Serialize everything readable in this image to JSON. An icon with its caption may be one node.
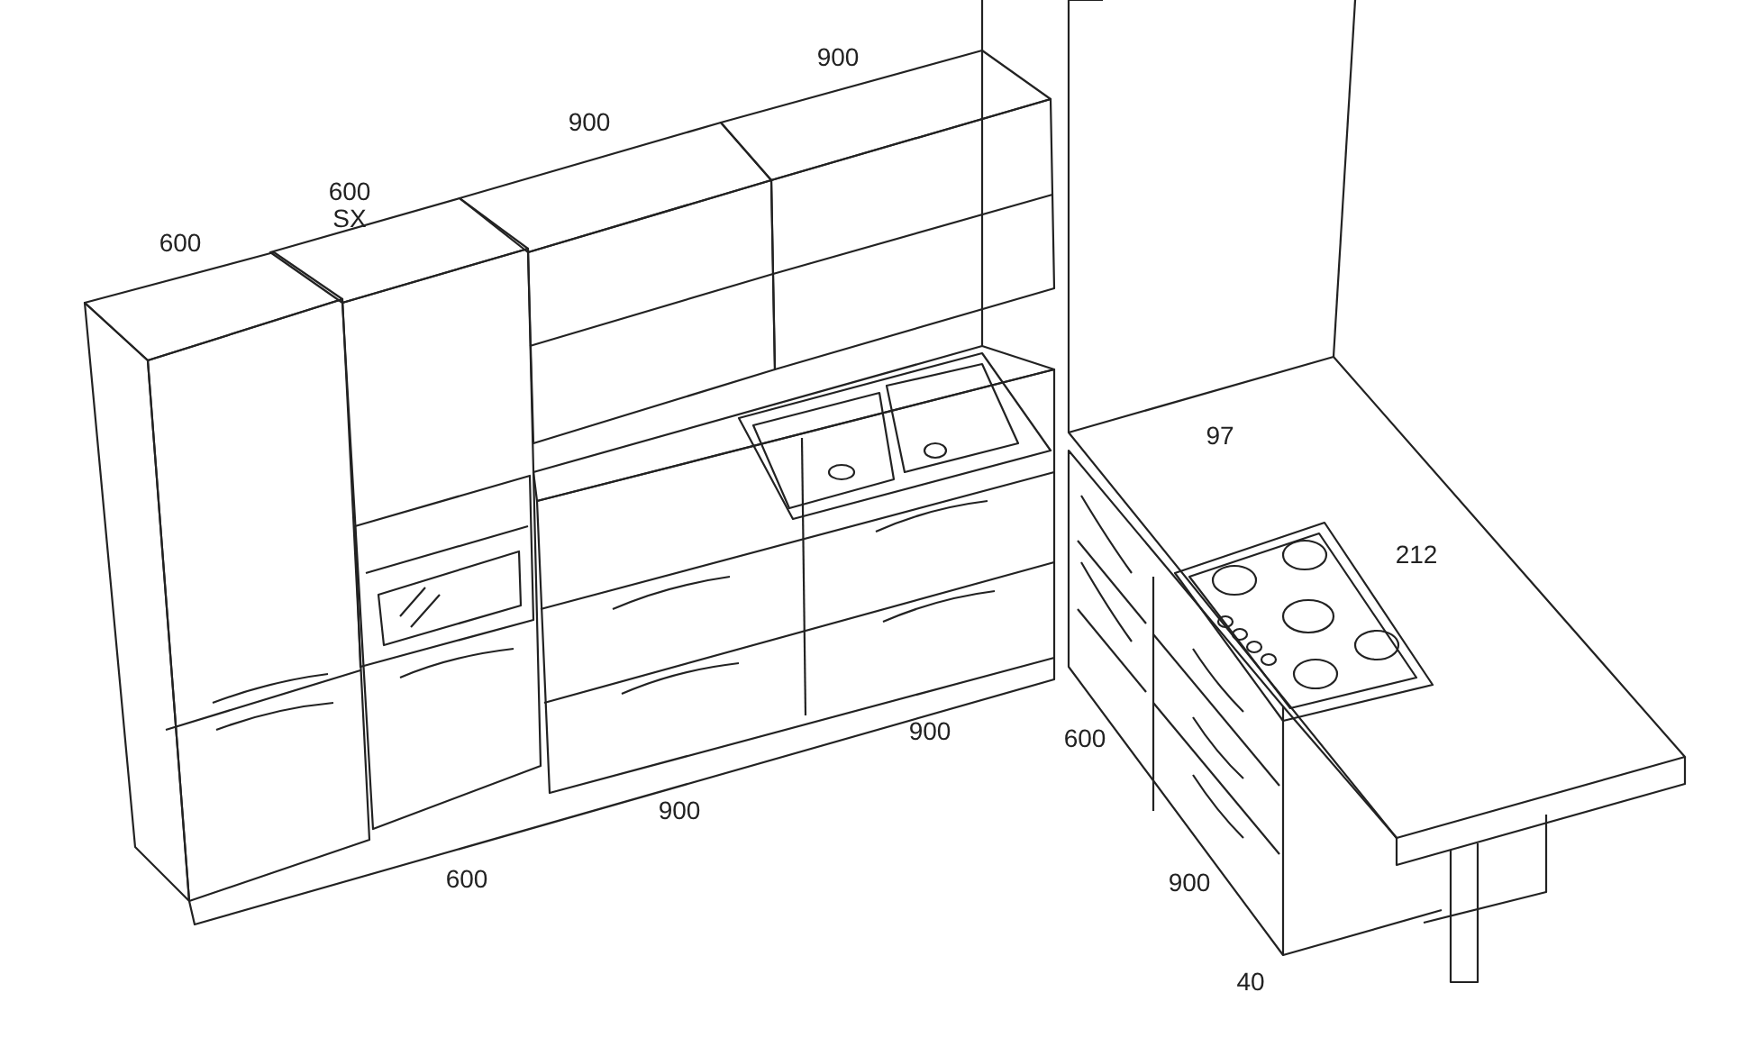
{
  "diagram": {
    "labels": [
      "900",
      "900",
      "600 SX",
      "600",
      "97",
      "212",
      "900",
      "600",
      "900",
      "600",
      "900",
      "40"
    ]
  }
}
